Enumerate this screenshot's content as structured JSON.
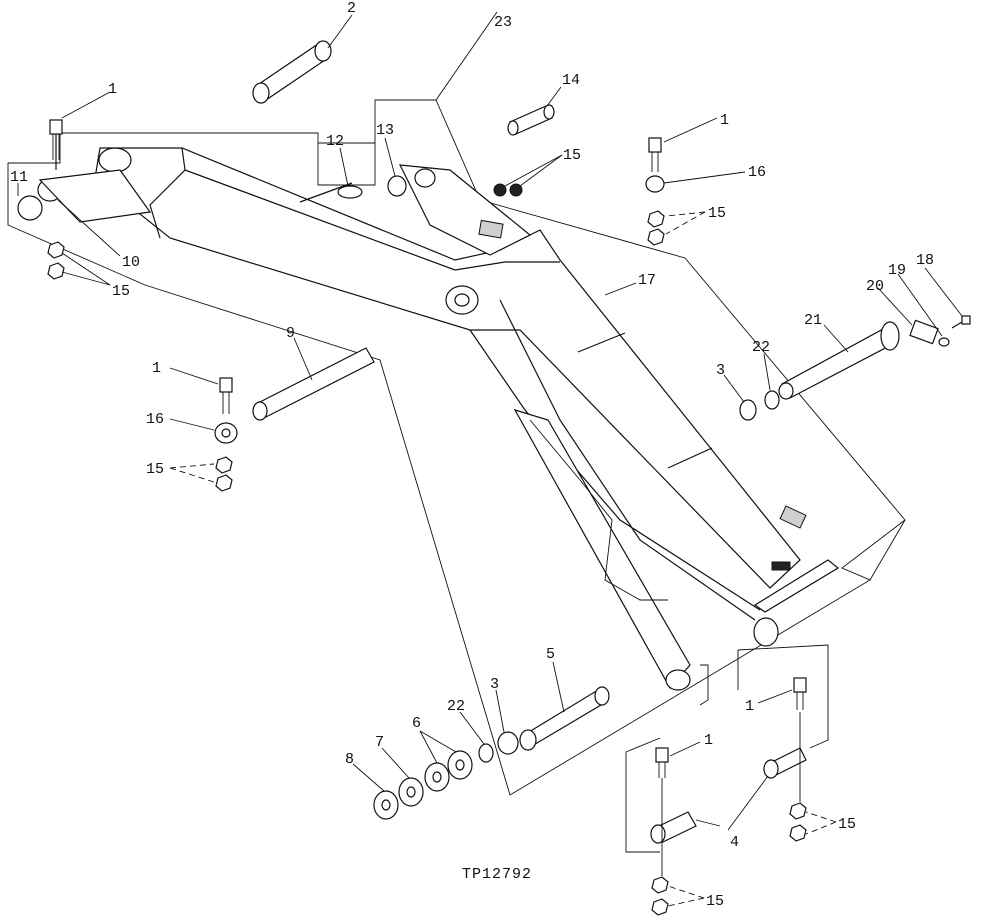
{
  "figure_id": "TP12792",
  "callouts": [
    {
      "key": "c2",
      "text": "2"
    },
    {
      "key": "c23",
      "text": "23"
    },
    {
      "key": "c1a",
      "text": "1"
    },
    {
      "key": "c14",
      "text": "14"
    },
    {
      "key": "c1b",
      "text": "1"
    },
    {
      "key": "c13",
      "text": "13"
    },
    {
      "key": "c12",
      "text": "12"
    },
    {
      "key": "c15a",
      "text": "15"
    },
    {
      "key": "c16a",
      "text": "16"
    },
    {
      "key": "c11",
      "text": "11"
    },
    {
      "key": "c15b",
      "text": "15"
    },
    {
      "key": "c10",
      "text": "10"
    },
    {
      "key": "c15c",
      "text": "15"
    },
    {
      "key": "c17",
      "text": "17"
    },
    {
      "key": "c18",
      "text": "18"
    },
    {
      "key": "c19",
      "text": "19"
    },
    {
      "key": "c20",
      "text": "20"
    },
    {
      "key": "c21",
      "text": "21"
    },
    {
      "key": "c9",
      "text": "9"
    },
    {
      "key": "c22a",
      "text": "22"
    },
    {
      "key": "c1c",
      "text": "1"
    },
    {
      "key": "c3a",
      "text": "3"
    },
    {
      "key": "c16b",
      "text": "16"
    },
    {
      "key": "c15d",
      "text": "15"
    },
    {
      "key": "c5",
      "text": "5"
    },
    {
      "key": "c3b",
      "text": "3"
    },
    {
      "key": "c22b",
      "text": "22"
    },
    {
      "key": "c6",
      "text": "6"
    },
    {
      "key": "c7",
      "text": "7"
    },
    {
      "key": "c8",
      "text": "8"
    },
    {
      "key": "c1d",
      "text": "1"
    },
    {
      "key": "c1e",
      "text": "1"
    },
    {
      "key": "c4",
      "text": "4"
    },
    {
      "key": "c15e",
      "text": "15"
    },
    {
      "key": "c15f",
      "text": "15"
    }
  ]
}
